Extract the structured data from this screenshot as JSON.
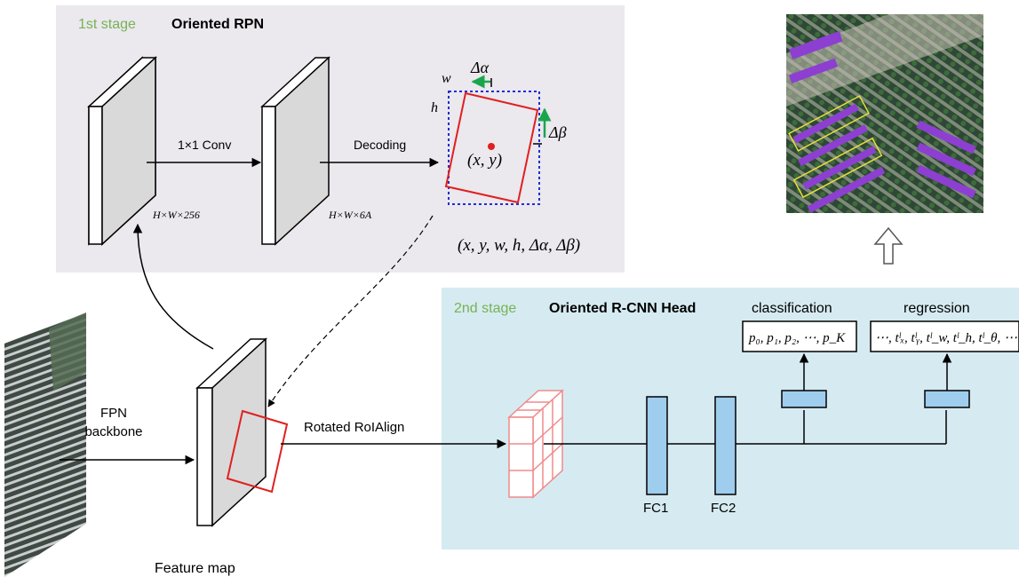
{
  "stage1": {
    "stage_label": "1st stage",
    "title": "Oriented RPN",
    "conv_label": "1×1 Conv",
    "decoding_label": "Decoding",
    "feature1_dims": "H×W×256",
    "feature2_dims": "H×W×6A",
    "box_w": "w",
    "box_h": "h",
    "delta_alpha": "Δα",
    "delta_beta": "Δβ",
    "center_label": "(x, y)",
    "params_label": "(x, y, w, h, Δα, Δβ)"
  },
  "backbone": {
    "fpn_line1": "FPN",
    "fpn_line2": "backbone",
    "feature_map_label": "Feature map",
    "roialign_label": "Rotated RoIAlign"
  },
  "stage2": {
    "stage_label": "2nd stage",
    "title": "Oriented R-CNN Head",
    "classification_label": "classification",
    "regression_label": "regression",
    "classification_formula": "p₀, p₁, p₂, ⋯, p_K",
    "regression_formula": "⋯, tˡₓ, tˡᵧ, tˡ_w, tˡ_h, tˡ_θ, ⋯",
    "fc1_label": "FC1",
    "fc2_label": "FC2"
  },
  "colors": {
    "stage1_bg": "#ebe8ee",
    "stage2_bg": "#d6ebf1",
    "stage_label_green": "#77b255",
    "red": "#e02020",
    "blue_dotted": "#1f2fd0",
    "fc_fill": "#9fcdee",
    "roi_grid": "#f08a8a",
    "arrow_green": "#19a64a"
  }
}
